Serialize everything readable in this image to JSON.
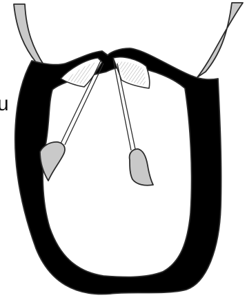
{
  "diagram": {
    "edge_letter": "u",
    "colors": {
      "background": "#ffffff",
      "wall_fill": "#c9c9c9",
      "outline": "#2b2b2b",
      "leaflet_fill": "#ffffff",
      "chordae": "#2b2b2b",
      "hatching": "#8c8c8c"
    },
    "structures": [
      "left-vessel-wall",
      "right-vessel-wall",
      "ventricle-wall",
      "left-papillary-muscle",
      "right-papillary-muscle",
      "left-valve-leaflet",
      "right-valve-leaflet",
      "left-chordae-tendineae",
      "right-chordae-tendineae"
    ]
  }
}
